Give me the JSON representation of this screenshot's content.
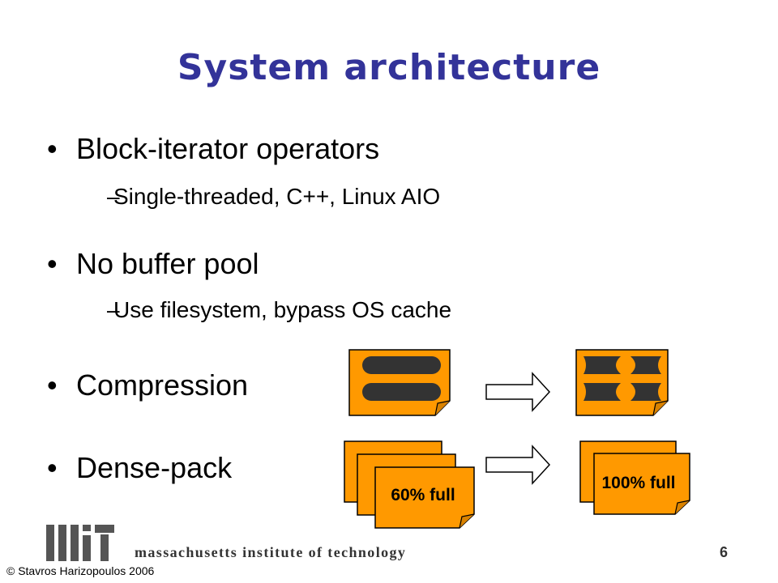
{
  "slide": {
    "title": "System architecture",
    "bullets": [
      {
        "text": "Block-iterator operators",
        "sub": "Single-threaded, C++, Linux AIO"
      },
      {
        "text": "No buffer pool",
        "sub": "Use filesystem, bypass OS cache"
      },
      {
        "text": "Compression",
        "sub": ""
      },
      {
        "text": "Dense-pack",
        "sub": ""
      }
    ],
    "bullet_char": "•",
    "dash_char": "–",
    "diagram": {
      "left_page_label": "60% full",
      "right_page_label": "100% full",
      "colors": {
        "page": "#ff9900",
        "block": "#333333",
        "label": "#000000",
        "arrow_fill": "#ffffff"
      }
    }
  },
  "footer": {
    "logo_text": "MIT",
    "org": "massachusetts institute of technology",
    "page_number": "6",
    "copyright": "© Stavros Harizopoulos 2006"
  }
}
